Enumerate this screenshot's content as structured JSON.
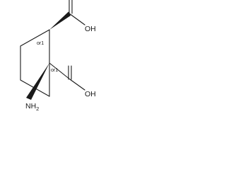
{
  "molecule": {
    "labels": {
      "oh_top": "OH",
      "oh_bottom": "OH",
      "nh2_main": "NH",
      "nh2_sub": "2",
      "stereo_top": "or1",
      "stereo_bottom": "or1"
    }
  }
}
